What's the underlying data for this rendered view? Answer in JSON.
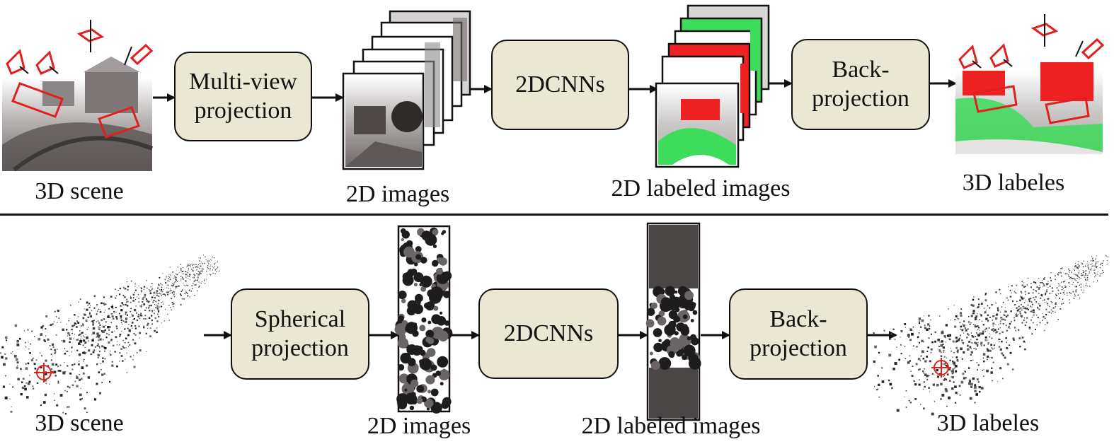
{
  "top_row": {
    "step1_label": "3D scene",
    "process1": {
      "line1": "Multi-view",
      "line2": "projection"
    },
    "step2_label": "2D images",
    "process2": "2DCNNs",
    "step3_label": "2D labeled images",
    "process3": {
      "line1": "Back-",
      "line2": "projection"
    },
    "step4_label": "3D labeles"
  },
  "bottom_row": {
    "step1_label": "3D scene",
    "process1": {
      "line1": "Spherical",
      "line2": "projection"
    },
    "step2_label": "2D images",
    "process2": "2DCNNs",
    "step3_label": "2D labeled images",
    "process3": {
      "line1": "Back-",
      "line2": "projection"
    },
    "step4_label": "3D labeles"
  },
  "colors": {
    "box_fill": "#ebe7d5",
    "camera_red": "#e0201f",
    "label_green": "#3ddc5a",
    "label_red": "#ee2222"
  }
}
